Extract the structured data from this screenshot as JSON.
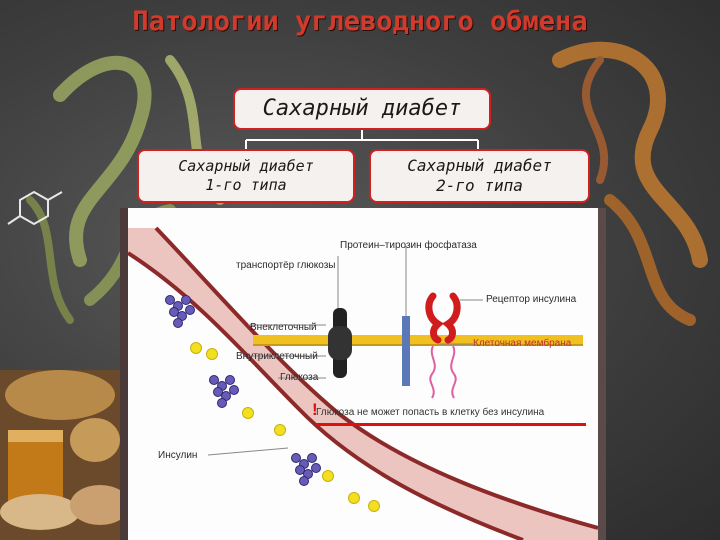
{
  "title": "Патологии углеводного обмена",
  "main_box": "Сахарный диабет",
  "type1_box": {
    "line1": "Сахарный диабет",
    "line2": "1-го типа"
  },
  "type2_box": {
    "line1": "Сахарный диабет",
    "line2": "2-го типа"
  },
  "figure": {
    "labels": {
      "phosphatase": "Протеин–тирозин фосфатаза",
      "glucose_transporter": "транспортёр глюкозы",
      "insulin_receptor": "Рецептор инсулина",
      "extracellular": "Внеклеточный",
      "cell_membrane": "Клеточная мембрана",
      "intracellular": "Внутриклеточный",
      "glucose": "Глюкоза",
      "insulin": "Инсулин"
    },
    "note_mark": "!",
    "note": "Глюкоза не может попасть в клетку без инсулина"
  },
  "colors": {
    "title": "#d23a2c",
    "box_border": "#d02020",
    "vessel": "#ecc4c0",
    "vessel_wall": "#8c2a2a",
    "membrane": "#f0c020",
    "receptor": "#d01c1c",
    "glucose": "#f2e020",
    "insulin": "#6a5ab8",
    "transporter": "#222222",
    "phosphatase_bar": "#5a78b8"
  },
  "icons": [
    "molecule-structure-icon",
    "protein-ribbon-decoration",
    "honey-jar-photo"
  ]
}
